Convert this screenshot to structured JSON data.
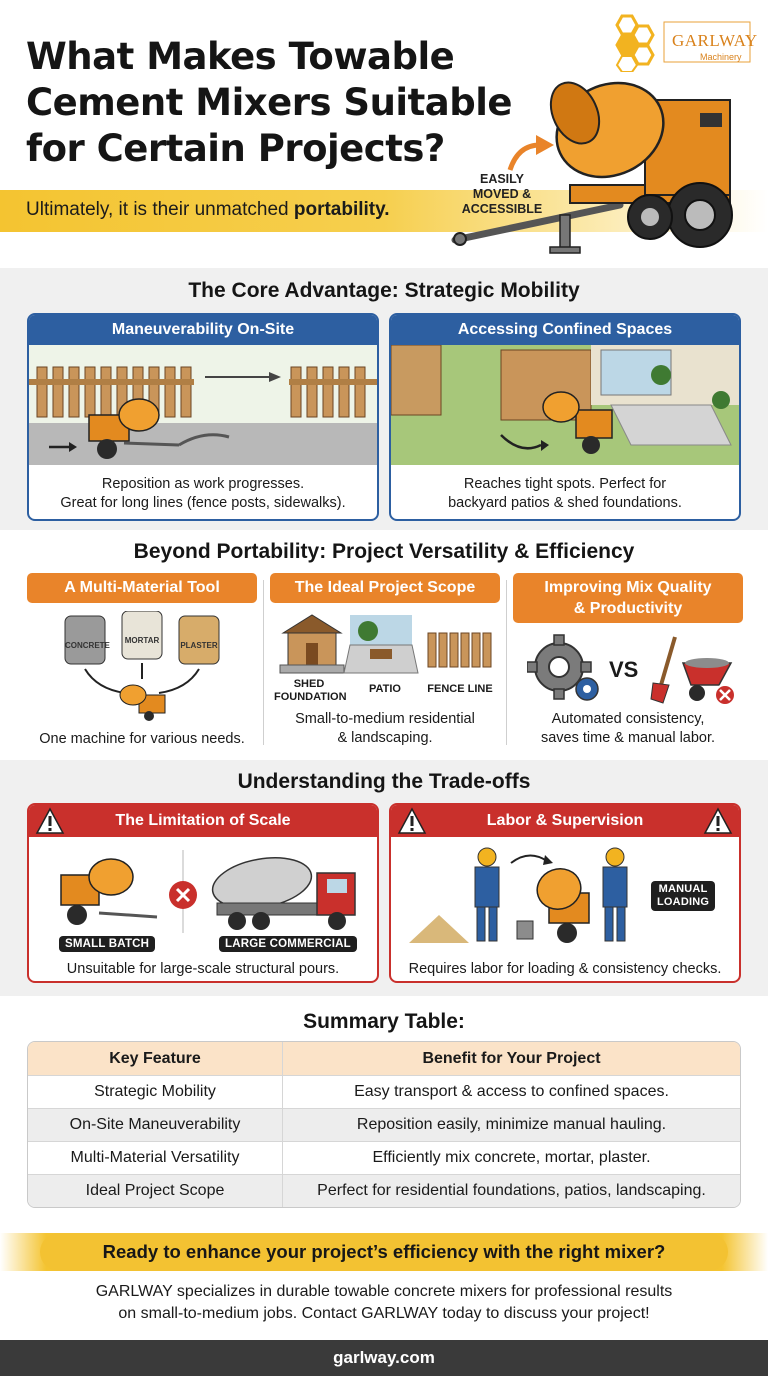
{
  "header": {
    "title_line1": "What Makes Towable",
    "title_line2": "Cement Mixers Suitable",
    "title_line3": "for Certain Projects?",
    "tagline_prefix": "Ultimately, it is their unmatched ",
    "tagline_bold": "portability.",
    "moved_label_line1": "EASILY",
    "moved_label_line2": "MOVED &",
    "moved_label_line3": "ACCESSIBLE",
    "logo_name": "GARLWAY",
    "logo_sub": "Machinery"
  },
  "core": {
    "title": "The Core Advantage: Strategic Mobility",
    "left": {
      "heading": "Maneuverability On-Site",
      "caption_line1": "Reposition as work progresses.",
      "caption_line2": "Great for long lines (fence posts, sidewalks)."
    },
    "right": {
      "heading": "Accessing Confined Spaces",
      "caption_line1": "Reaches tight spots. Perfect for",
      "caption_line2": "backyard patios & shed foundations."
    }
  },
  "beyond": {
    "title": "Beyond Portability: Project Versatility & Efficiency",
    "col1": {
      "heading": "A Multi-Material Tool",
      "bag1": "CONCRETE",
      "bag2": "MORTAR",
      "bag3": "PLASTER",
      "caption": "One machine for various needs."
    },
    "col2": {
      "heading": "The Ideal Project Scope",
      "label1_line1": "SHED",
      "label1_line2": "FOUNDATION",
      "label2": "PATIO",
      "label3": "FENCE LINE",
      "caption_line1": "Small-to-medium residential",
      "caption_line2": "& landscaping."
    },
    "col3": {
      "heading_line1": "Improving Mix Quality",
      "heading_line2": "& Productivity",
      "vs": "VS",
      "caption_line1": "Automated consistency,",
      "caption_line2": "saves time & manual labor."
    }
  },
  "tradeoffs": {
    "title": "Understanding the Trade-offs",
    "left": {
      "heading": "The Limitation of Scale",
      "pill1": "SMALL BATCH",
      "pill2": "LARGE COMMERCIAL",
      "caption": "Unsuitable for large-scale structural pours."
    },
    "right": {
      "heading": "Labor & Supervision",
      "tag_line1": "MANUAL",
      "tag_line2": "LOADING",
      "caption": "Requires labor for loading & consistency checks."
    }
  },
  "summary": {
    "title": "Summary Table:",
    "headers": [
      "Key Feature",
      "Benefit for Your Project"
    ],
    "rows": [
      [
        "Strategic Mobility",
        "Easy transport & access to confined spaces."
      ],
      [
        "On-Site Maneuverability",
        "Reposition easily, minimize manual hauling."
      ],
      [
        "Multi-Material Versatility",
        "Efficiently mix concrete, mortar, plaster."
      ],
      [
        "Ideal Project Scope",
        "Perfect for residential foundations, patios, landscaping."
      ]
    ]
  },
  "cta": {
    "headline": "Ready to enhance your project’s efficiency with the right mixer?",
    "body_line1": "GARLWAY specializes in durable towable concrete mixers for professional results",
    "body_line2": "on small-to-medium jobs. Contact GARLWAY today to discuss your project!"
  },
  "footer": {
    "url": "garlway.com"
  },
  "colors": {
    "accent_yellow": "#f4c431",
    "brand_orange": "#e9842a",
    "card_blue": "#2d5fa1",
    "warning_red": "#c9302c",
    "table_header": "#fbe3c8",
    "footer_bg": "#3a3a3a"
  }
}
